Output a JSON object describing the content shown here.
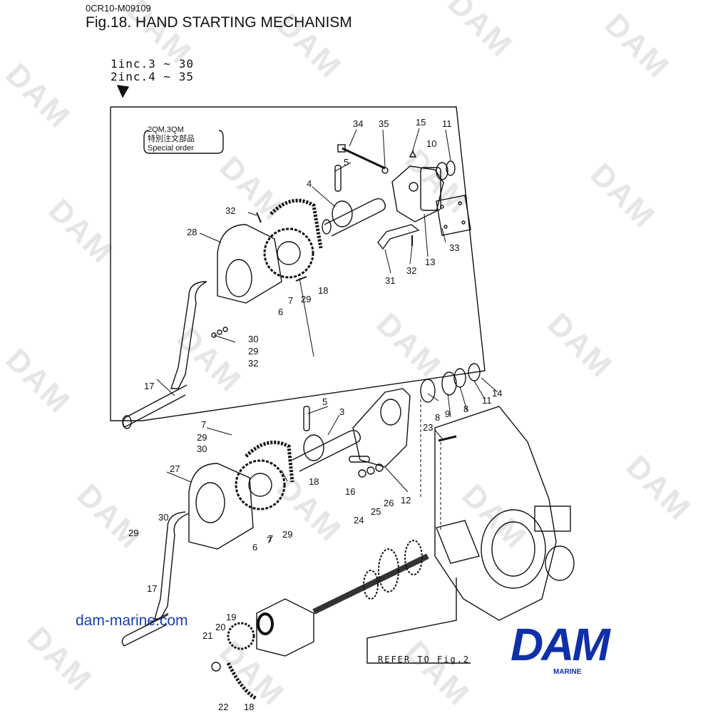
{
  "header": {
    "code": "0CR10-M09109",
    "title": "Fig.18.  HAND STARTING MECHANISM",
    "inc_line1": "1inc.3 ~ 30",
    "inc_line2": "2inc.4 ~ 35"
  },
  "special": {
    "models": "2QM,3QM",
    "japanese": "特別注文部品",
    "english": "Special order"
  },
  "upper_labels": [
    "34",
    "35",
    "15",
    "11",
    "10",
    "5",
    "4",
    "32",
    "28",
    "33",
    "13",
    "32",
    "31",
    "18",
    "29",
    "6",
    "7",
    "30",
    "29",
    "32",
    "17"
  ],
  "lower_labels": [
    "5",
    "3",
    "9",
    "8",
    "8",
    "11",
    "14",
    "7",
    "29",
    "30",
    "27",
    "23",
    "16",
    "24",
    "25",
    "26",
    "12",
    "18",
    "7",
    "29",
    "30",
    "6",
    "7",
    "29",
    "17",
    "19",
    "20",
    "21",
    "22",
    "18"
  ],
  "watermark": "DAM",
  "site_url": "dam-marine.com",
  "refer": "REFER TO Fig.2",
  "logo": {
    "text": "DAM",
    "sub": "MARINE",
    "color": "#1030a8"
  }
}
